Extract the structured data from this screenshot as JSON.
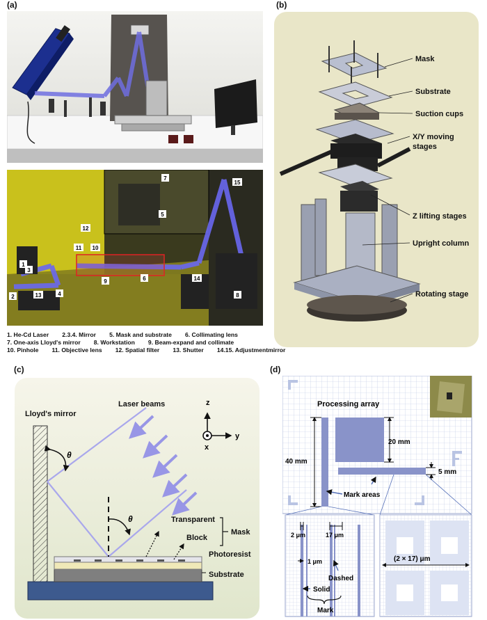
{
  "panels": {
    "a_label": "(a)",
    "b_label": "(b)",
    "c_label": "(c)",
    "d_label": "(d)"
  },
  "panel_a": {
    "photo_numbers": [
      "1",
      "2",
      "3",
      "4",
      "5",
      "6",
      "7",
      "8",
      "9",
      "10",
      "11",
      "12",
      "13",
      "14",
      "15"
    ],
    "caption_rows": [
      "1. He-Cd Laser        2.3.4. Mirror        5. Mask and substrate        6. Collimating lens",
      "7. One-axis Lloyd's mirror        8. Workstation        9. Beam-expand and collimate",
      "10. Pinhole        11. Objective lens        12. Spatial filter        13. Shutter        14.15. Adjustmentmirror"
    ]
  },
  "panel_b": {
    "labels": {
      "mask": "Mask",
      "substrate": "Substrate",
      "suction": "Suction cups",
      "xy1": "X/Y moving",
      "xy2": "stages",
      "z": "Z lifting stages",
      "column": "Upright column",
      "rotating": "Rotating stage"
    }
  },
  "panel_c": {
    "lloyd": "Lloyd's mirror",
    "laser": "Laser beams",
    "theta": "θ",
    "transparent": "Transparent",
    "block": "Block",
    "mask": "Mask",
    "photoresist": "Photoresist",
    "substrate": "Substrate",
    "axis_z": "z",
    "axis_y": "y",
    "axis_x": "x"
  },
  "panel_d": {
    "title": "Processing array",
    "dim_20": "20 mm",
    "dim_40": "40 mm",
    "dim_5": "5 mm",
    "mark_areas": "Mark areas",
    "dim_2um": "2 μm",
    "dim_17um": "17 μm",
    "dim_1um": "1 μm",
    "dashed": "Dashed",
    "solid": "Solid",
    "mark": "Mark",
    "period": "(2 × 17) μm"
  },
  "colors": {
    "laser": "#6f6ee0",
    "mask_grid": "#b9c4e3",
    "mask_fill": "#8993c9",
    "panel_bg": "#e9e6c8"
  }
}
